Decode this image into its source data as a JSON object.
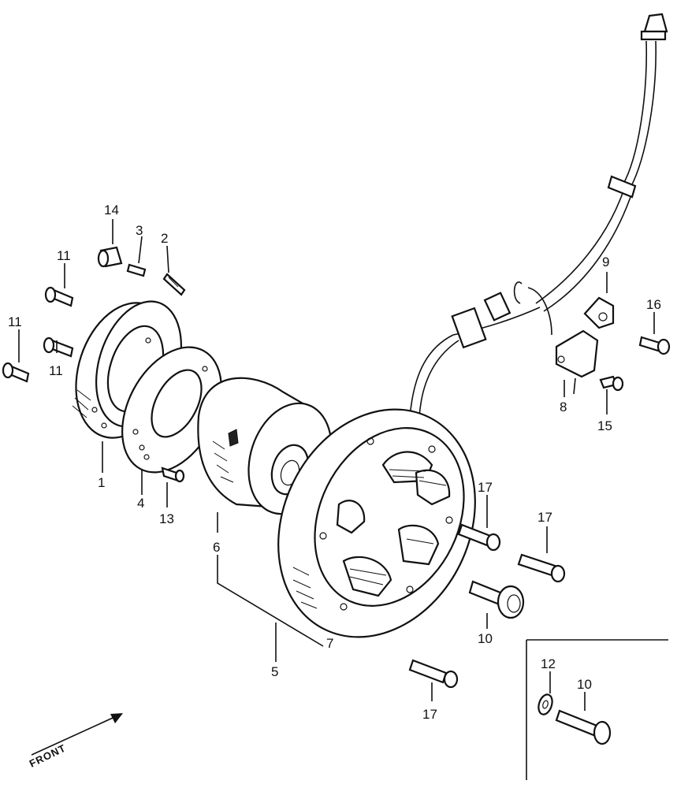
{
  "labels": {
    "l1": "1",
    "l2": "2",
    "l3": "3",
    "l4": "4",
    "l5": "5",
    "l6": "6",
    "l7": "7",
    "l8": "8",
    "l9": "9",
    "l10a": "10",
    "l10b": "10",
    "l11a": "11",
    "l11b": "11",
    "l11c": "11",
    "l12": "12",
    "l13": "13",
    "l14": "14",
    "l15": "15",
    "l16": "16",
    "l17a": "17",
    "l17b": "17",
    "l17c": "17"
  },
  "front_label": "FRONT"
}
